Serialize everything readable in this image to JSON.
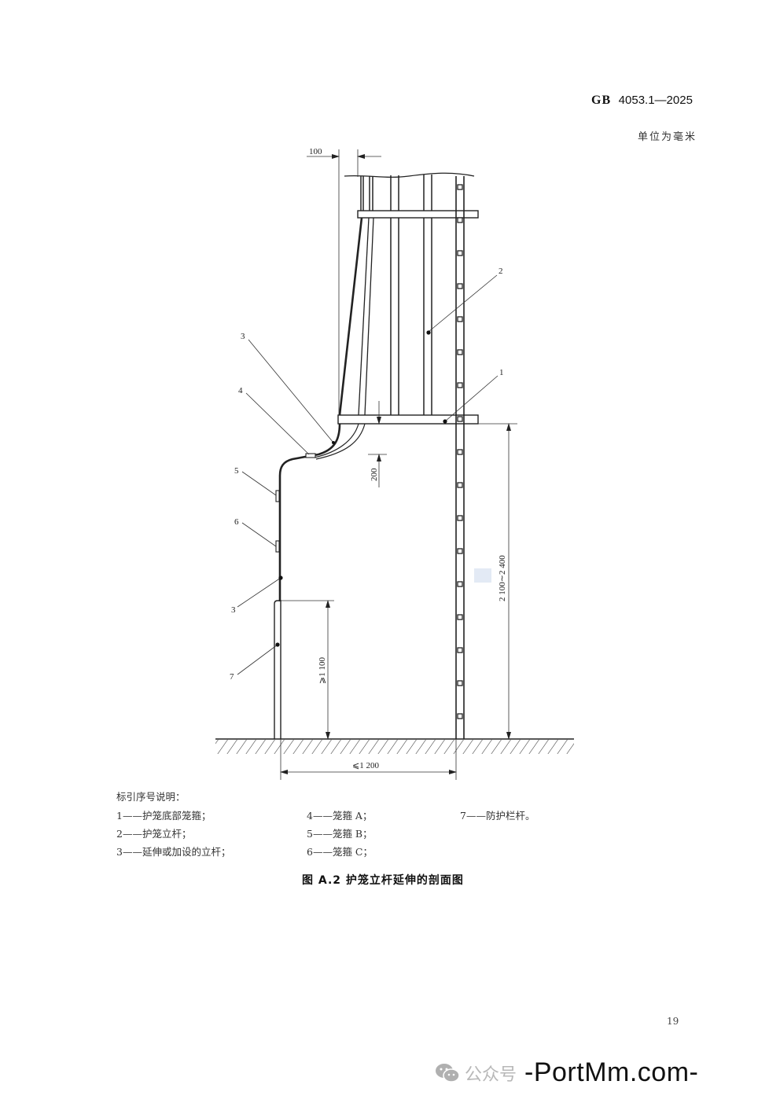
{
  "header": {
    "standard_prefix": "GB",
    "standard_number": "4053.1—2025",
    "unit_note": "单位为毫米"
  },
  "drawing": {
    "dimensions": {
      "offset_top": "100",
      "clearance": "200",
      "ladder_height": "2 100∼2 400",
      "guardrail_height": "⩾1 100",
      "horizontal_distance": "⩽1 200"
    },
    "callouts": [
      "1",
      "2",
      "3",
      "4",
      "5",
      "6",
      "3",
      "7"
    ]
  },
  "legend": {
    "title": "标引序号说明：",
    "items": [
      {
        "num": "1",
        "text": "护笼底部笼箍；"
      },
      {
        "num": "2",
        "text": "护笼立杆；"
      },
      {
        "num": "3",
        "text": "延伸或加设的立杆；"
      },
      {
        "num": "4",
        "text": "笼箍 A；"
      },
      {
        "num": "5",
        "text": "笼箍 B；"
      },
      {
        "num": "6",
        "text": "笼箍 C；"
      },
      {
        "num": "7",
        "text": "防护栏杆。"
      }
    ],
    "dash": "——"
  },
  "caption": "图 A.2  护笼立杆延伸的剖面图",
  "page_number": "19",
  "watermark": {
    "label": "公众号",
    "site": "-PortMm.com-"
  }
}
